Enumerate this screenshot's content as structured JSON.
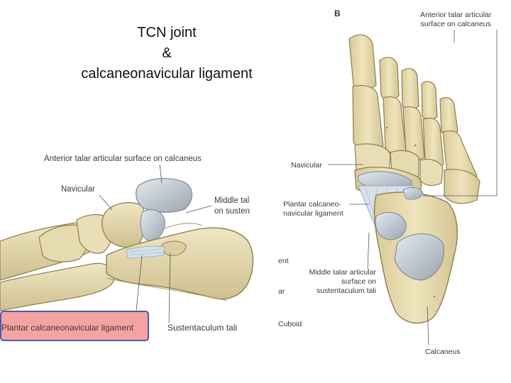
{
  "title": {
    "line1": "TCN joint",
    "line2": "&",
    "line3": "calcaneonavicular ligament"
  },
  "panel_b_label": "B",
  "left_figure": {
    "labels": {
      "anterior_talar": "Anterior talar articular surface on calcaneus",
      "navicular": "Navicular",
      "middle_talar_1": "Middle tal",
      "middle_talar_2": "on susten",
      "plantar_ligament": "Plantar calcaneonavicular ligament",
      "sustentaculum": "Sustentaculum tali"
    }
  },
  "right_figure": {
    "labels": {
      "anterior_talar_1": "Anterior talar articular",
      "anterior_talar_2": "surface on calcaneus",
      "navicular": "Navicular",
      "plantar_1": "Plantar calcaneo-",
      "plantar_2": "navicular ligament",
      "middle_1": "Middle talar articular",
      "middle_2": "surface on",
      "middle_3": "sustentaculum tali",
      "calcaneus": "Calcaneus",
      "cut_ent": "ent",
      "cut_ar": "ar",
      "cuboid": "Cuboid"
    }
  },
  "colors": {
    "bone": "#e2d6a8",
    "bone_shadow": "#b9a878",
    "cartilage": "#b9c3cc",
    "ligament": "#c8d8e6",
    "highlight": "#f4a3a3",
    "highlight_border": "#4a5bb0"
  }
}
